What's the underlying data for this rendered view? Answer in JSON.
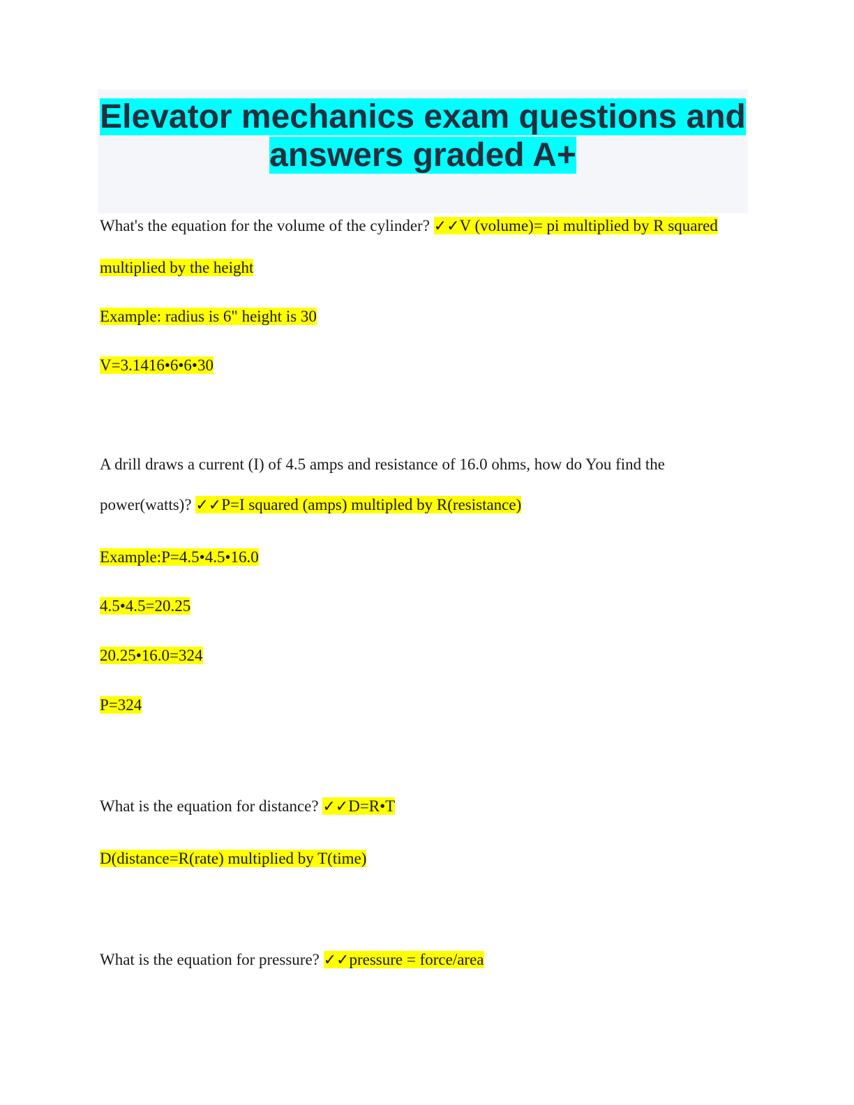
{
  "title": {
    "line1": "Elevator mechanics exam questions and",
    "line2": "answers graded A+"
  },
  "check_mark": "✓✓",
  "qa": [
    {
      "question": "What's the equation for the volume of the cylinder? ",
      "answer_first": "V (volume)= pi multiplied by R squared",
      "answer_lines": [
        "multiplied by the height",
        "Example: radius is 6\" height is 30",
        "V=3.1416•6•6•30"
      ]
    },
    {
      "question_line1": "A drill draws a current (I) of 4.5 amps and resistance of 16.0 ohms, how do You find the",
      "question_line2": "power(watts)? ",
      "answer_first": "P=I squared (amps) multipled by R(resistance)",
      "answer_lines": [
        "Example:P=4.5•4.5•16.0",
        "4.5•4.5=20.25",
        "20.25•16.0=324",
        "P=324"
      ]
    },
    {
      "question": "What is the equation for distance? ",
      "answer_first": "D=R•T",
      "answer_lines": [
        "D(distance=R(rate) multiplied by T(time)"
      ]
    },
    {
      "question": "What is the equation for pressure? ",
      "answer_first": "pressure = force/area"
    }
  ]
}
